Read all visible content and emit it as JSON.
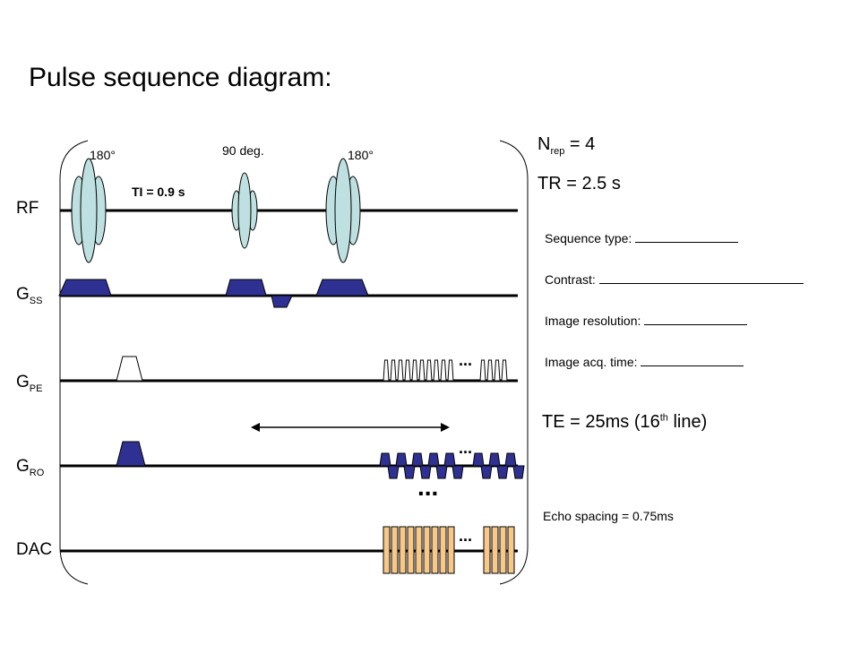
{
  "title": "Pulse sequence diagram:",
  "rows": {
    "rf": "RF",
    "gss_main": "G",
    "gss_sub": "SS",
    "gpe_main": "G",
    "gpe_sub": "PE",
    "gro_main": "G",
    "gro_sub": "RO",
    "dac": "DAC"
  },
  "rf_labels": {
    "first": "180°",
    "second": "90 deg.",
    "third": "180°",
    "ti": "TI   = 0.9 s"
  },
  "params": {
    "nrep_main": "N",
    "nrep_sub": "rep",
    "nrep_value": " = 4",
    "tr": "TR   = 2.5 s"
  },
  "questions": {
    "sequence_type": "Sequence type:",
    "contrast": "Contrast:",
    "resolution": "Image resolution:",
    "acq_time": "Image acq. time:"
  },
  "te": {
    "prefix": "TE = 25ms (16",
    "sup": "th",
    "suffix": " line)"
  },
  "echo_spacing": "Echo spacing = 0.75ms",
  "ellipsis": "...",
  "colors": {
    "rf_pulse": "#bfe0e0",
    "gradient": "#2f3192",
    "dac": "#f8c888",
    "line": "#000000"
  }
}
